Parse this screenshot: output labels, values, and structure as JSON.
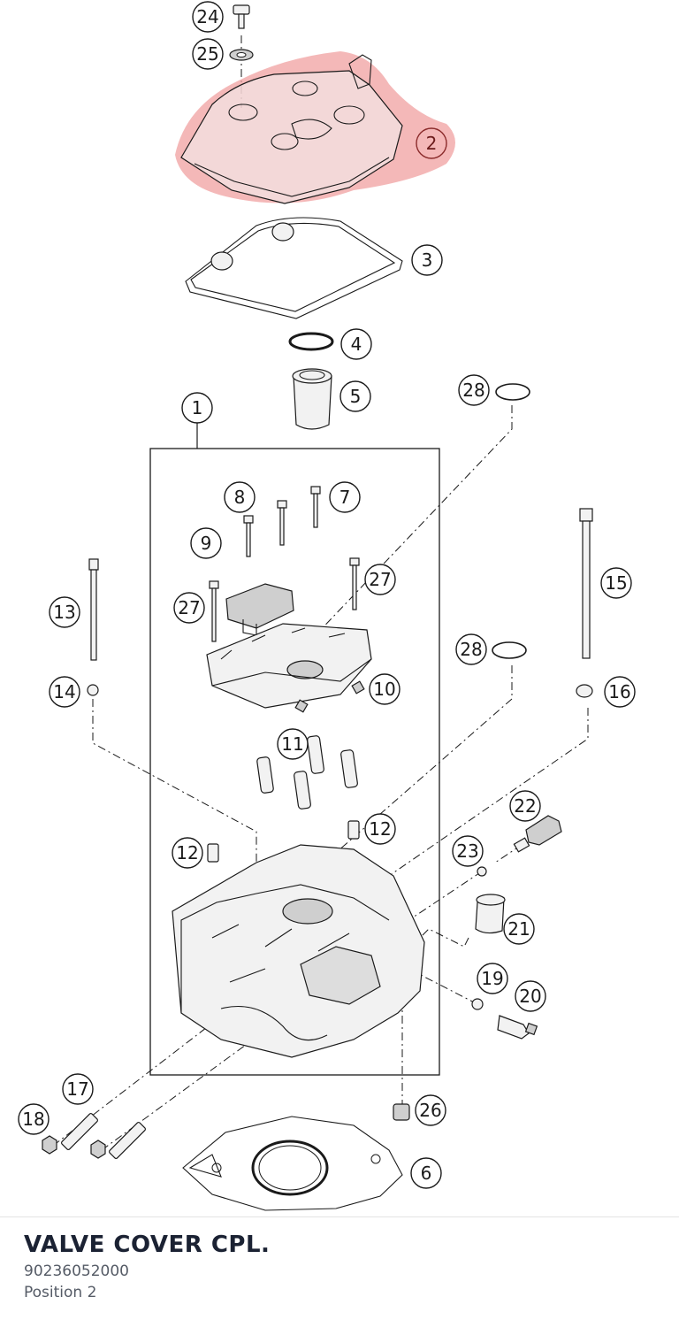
{
  "diagram": {
    "highlight_color": "#f0a0a0",
    "callouts": [
      "1",
      "2",
      "3",
      "4",
      "5",
      "6",
      "7",
      "8",
      "9",
      "10",
      "11",
      "12",
      "12",
      "13",
      "14",
      "15",
      "16",
      "17",
      "18",
      "19",
      "20",
      "21",
      "22",
      "23",
      "24",
      "25",
      "26",
      "27",
      "27",
      "28",
      "28"
    ],
    "highlighted_callout": "2"
  },
  "footer": {
    "title": "VALVE COVER CPL.",
    "part_number": "90236052000",
    "position": "Position 2"
  }
}
